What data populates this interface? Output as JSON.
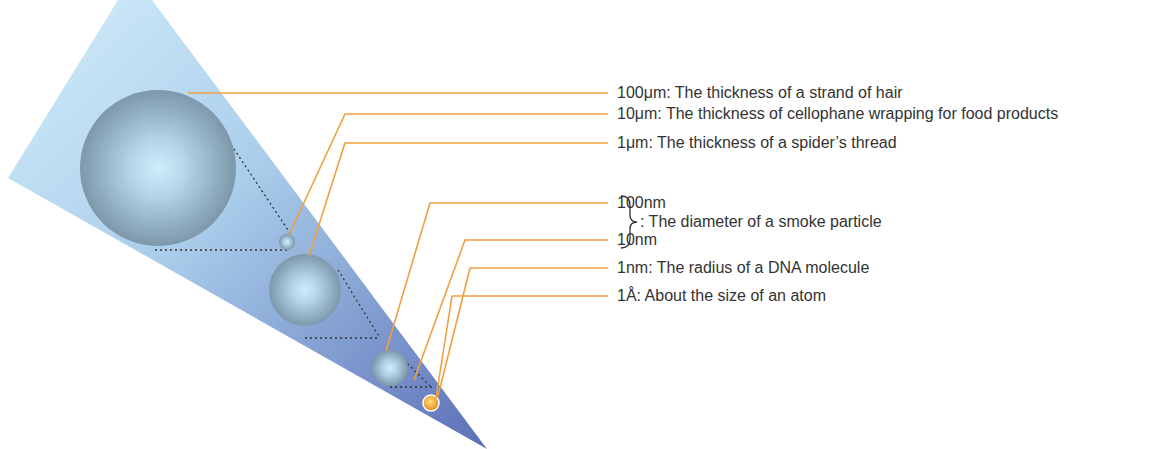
{
  "diagram": {
    "labels": [
      "100μm: The thickness of a strand of hair",
      "10μm: The thickness of cellophane wrapping for food products",
      "1μm: The thickness of a spider’s thread",
      "100nm",
      "10nm",
      ": The diameter of a smoke particle",
      "1nm: The radius of a DNA molecule",
      "1Å: About the size of an atom"
    ]
  }
}
